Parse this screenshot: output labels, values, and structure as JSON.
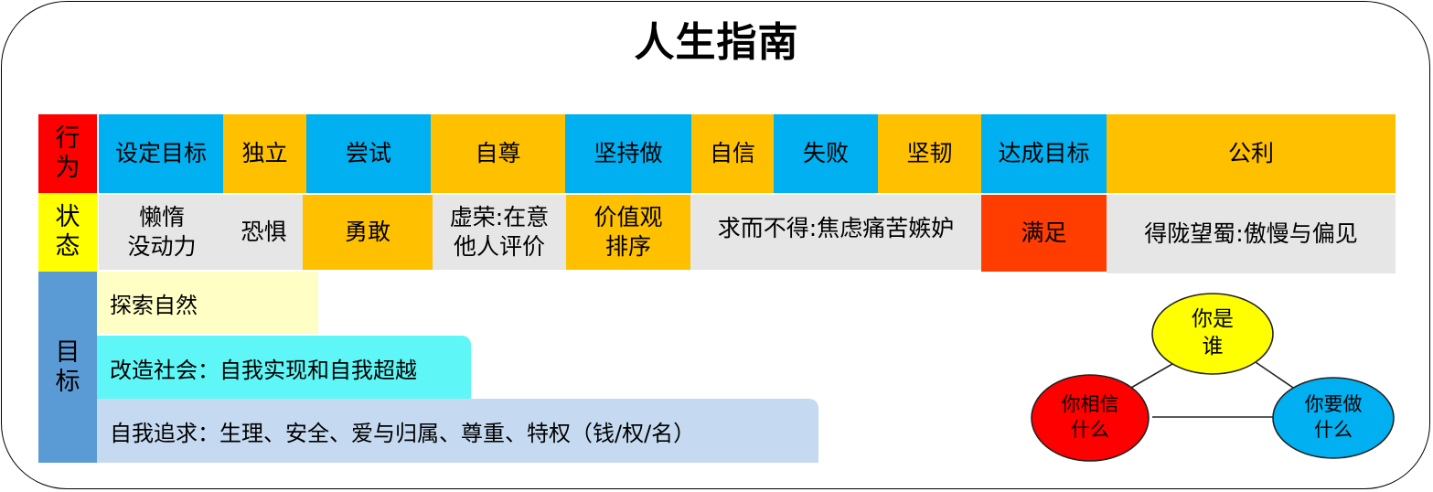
{
  "title": "人生指南",
  "rows": {
    "behavior": {
      "label": [
        "行",
        "为"
      ],
      "items": [
        "设定目标",
        "独立",
        "尝试",
        "自尊",
        "坚持做",
        "自信",
        "失败",
        "坚韧",
        "达成目标",
        "公利"
      ]
    },
    "state": {
      "label": [
        "状",
        "态"
      ],
      "items": [
        [
          "懒惰",
          "没动力"
        ],
        [
          "恐惧"
        ],
        [
          "勇敢"
        ],
        [
          "虚荣:在意",
          "他人评价"
        ],
        [
          "价值观",
          "排序"
        ],
        [
          "求而不得:焦虑痛苦嫉妒"
        ],
        [
          "满足"
        ],
        [
          "得陇望蜀:傲慢与偏见"
        ]
      ]
    },
    "goal": {
      "label": [
        "目",
        "标"
      ],
      "items": [
        "探索自然",
        "改造社会：自我实现和自我超越",
        "自我追求：生理、安全、爱与归属、尊重、特权（钱/权/名）"
      ]
    }
  },
  "triangle": {
    "top": [
      "你是",
      "谁"
    ],
    "left": [
      "你相信",
      "什么"
    ],
    "right": [
      "你要做",
      "什么"
    ]
  },
  "colors": {
    "blue": "#00b0f0",
    "gold": "#ffc000",
    "grey": "#e6e6e6",
    "red": "#ff3d00",
    "header_behavior": "#ff0000",
    "header_state": "#ffff00",
    "header_goal": "#5b9bd5",
    "goal_nature": "#ffffc5",
    "goal_society": "#5ef6f6",
    "goal_self": "#c5daf0",
    "node_top": "#ffff00",
    "node_left": "#ff0000",
    "node_right": "#00b0f0"
  }
}
